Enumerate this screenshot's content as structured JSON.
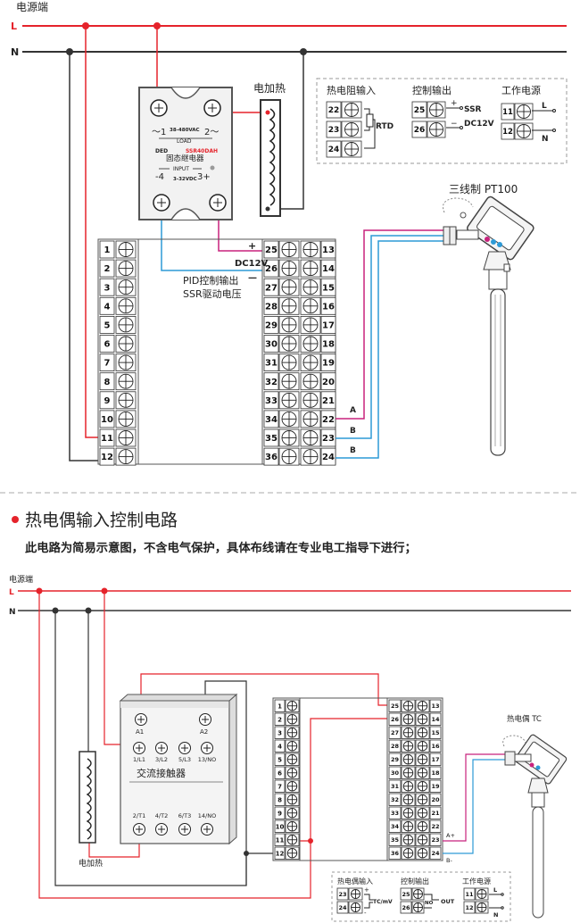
{
  "d1": {
    "power_label": "电源端",
    "L": "L",
    "N": "N",
    "heater_label": "电加热",
    "relay": {
      "t1": "1",
      "t2": "2",
      "t4": "4",
      "t3": "3",
      "vac": "38-480VAC",
      "load": "LOAD",
      "ded": "DED",
      "model": "SSR40DAH",
      "name": "固态继电器",
      "input": "INPUT",
      "vdc": "3-32VDC",
      "tilde1": "～1",
      "tilde2": "2～",
      "minus4": "-4",
      "plus3": "3+"
    },
    "dc12v": "DC12V",
    "plus": "+",
    "minus": "—",
    "pid_out": "PID控制输出",
    "ssr_drive": "SSR驱动电压",
    "sensor_label": "三线制 PT100",
    "wire_a": "A",
    "wire_b": "B",
    "wire_b2": "B",
    "legend": {
      "rtd_title": "热电阻输入",
      "ctrl_title": "控制输出",
      "power_title": "工作电源",
      "rtd": "RTD",
      "ssr": "SSR",
      "dc12v": "DC12V",
      "L": "L",
      "N": "N",
      "nums_rtd": [
        "22",
        "23",
        "24"
      ],
      "nums_ctrl": [
        "25",
        "26"
      ],
      "nums_pwr": [
        "11",
        "12"
      ]
    },
    "left_terms": [
      "1",
      "2",
      "3",
      "4",
      "5",
      "6",
      "7",
      "8",
      "9",
      "10",
      "11",
      "12"
    ],
    "mid_terms": [
      "25",
      "26",
      "27",
      "28",
      "29",
      "30",
      "31",
      "32",
      "33",
      "34",
      "35",
      "36"
    ],
    "right_terms": [
      "13",
      "14",
      "15",
      "16",
      "17",
      "18",
      "19",
      "20",
      "21",
      "22",
      "23",
      "24"
    ]
  },
  "section2": {
    "title": "热电偶输入控制电路",
    "note": "此电路为简易示意图，不含电气保护，具体布线请在专业电工指导下进行；"
  },
  "d2": {
    "power_label": "电源端",
    "L": "L",
    "N": "N",
    "contactor": {
      "a1": "A1",
      "a2": "A2",
      "top": [
        "1/L1",
        "3/L2",
        "5/L3",
        "13/NO"
      ],
      "name": "交流接触器",
      "bottom": [
        "2/T1",
        "4/T2",
        "6/T3",
        "14/NO"
      ]
    },
    "heater_label": "电加热",
    "sensor_label": "热电偶 TC",
    "wire_a": "A+",
    "wire_b": "B-",
    "legend": {
      "tc_title": "热电偶输入",
      "ctrl_title": "控制输出",
      "power_title": "工作电源",
      "tc": "TC/mV",
      "plus": "+",
      "minus": "-",
      "no": "NO",
      "out": "OUT",
      "L": "L",
      "N": "N",
      "nums_tc": [
        "23",
        "24"
      ],
      "nums_ctrl": [
        "25",
        "26"
      ],
      "nums_pwr": [
        "11",
        "12"
      ]
    },
    "left_terms": [
      "1",
      "2",
      "3",
      "4",
      "5",
      "6",
      "7",
      "8",
      "9",
      "10",
      "11",
      "12"
    ],
    "mid_terms": [
      "25",
      "26",
      "27",
      "28",
      "29",
      "30",
      "31",
      "32",
      "33",
      "34",
      "35",
      "36"
    ],
    "right_terms": [
      "13",
      "14",
      "15",
      "16",
      "17",
      "18",
      "19",
      "20",
      "21",
      "22",
      "23",
      "24"
    ]
  },
  "colors": {
    "live": "#e5232b",
    "neutral": "#333333",
    "blue": "#2d9ad6",
    "magenta": "#c8227d"
  }
}
